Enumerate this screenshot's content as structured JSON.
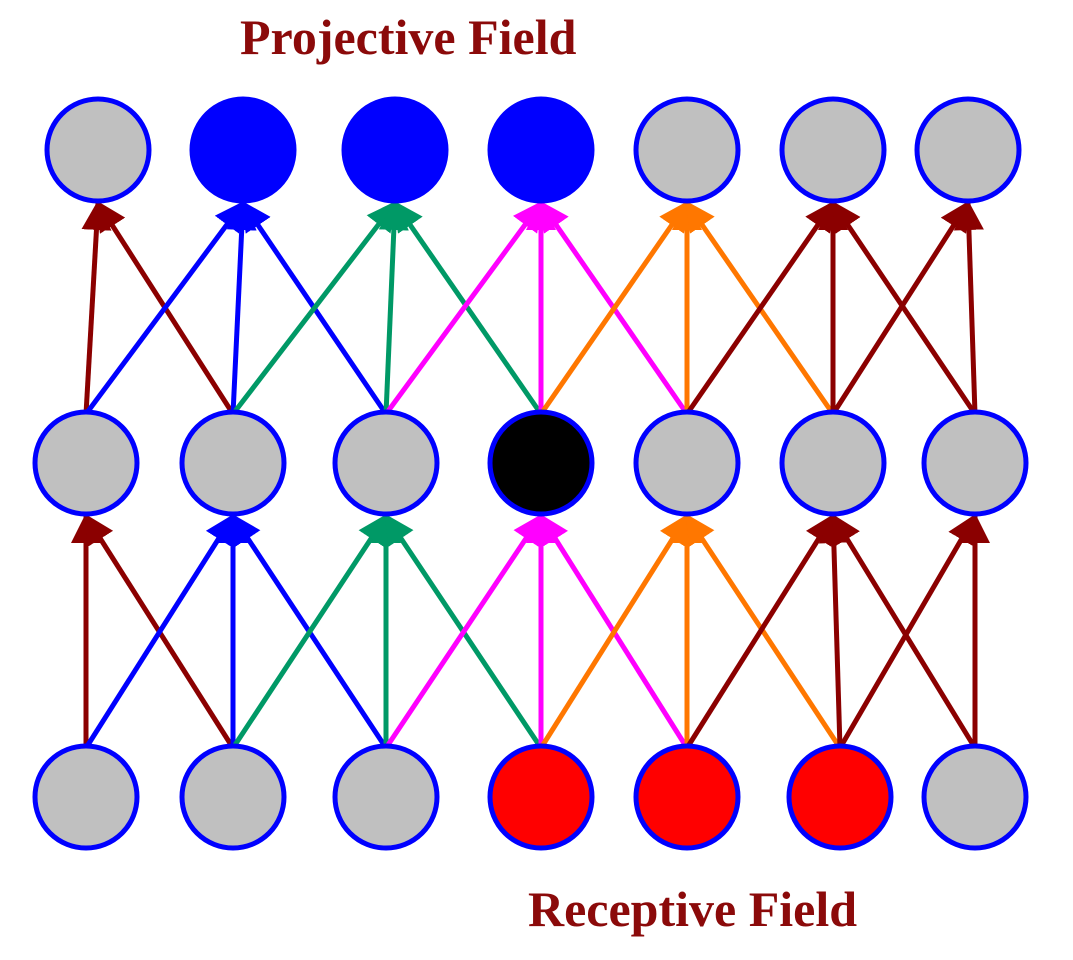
{
  "labels": {
    "top": "Projective Field",
    "bottom": "Receptive Field"
  },
  "colors": {
    "node_default": "#c0c0c0",
    "node_border": "#0000ff",
    "projective": "#0000ff",
    "center": "#000000",
    "receptive": "#ff0000",
    "edge_colors": [
      "#8b0000",
      "#0000ff",
      "#009966",
      "#ff00ff",
      "#ff7700",
      "#8b0000",
      "#8b0000"
    ]
  },
  "layers": [
    {
      "name": "top",
      "nodes": [
        "gray",
        "blue",
        "blue",
        "blue",
        "gray",
        "gray",
        "gray"
      ]
    },
    {
      "name": "middle",
      "nodes": [
        "gray",
        "gray",
        "gray",
        "black",
        "gray",
        "gray",
        "gray"
      ]
    },
    {
      "name": "bottom",
      "nodes": [
        "gray",
        "gray",
        "gray",
        "red",
        "red",
        "red",
        "gray"
      ]
    }
  ],
  "connections": {
    "offsets": [
      -1,
      0,
      1
    ],
    "description_rule": "each node receives arrows from nodes i-1, i, i+1 of the layer below"
  }
}
